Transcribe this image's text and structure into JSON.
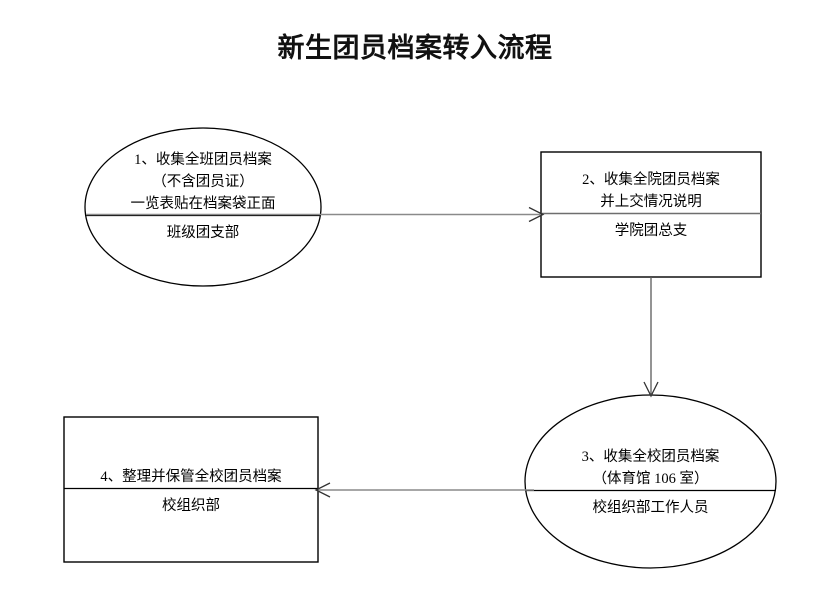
{
  "page": {
    "title": "新生团员档案转入流程",
    "background_color": "#ffffff",
    "stroke_color": "#000000",
    "connector_color": "#808080",
    "text_color": "#000000"
  },
  "chart_data": {
    "type": "diagram",
    "diagram_kind": "flowchart",
    "title": "新生团员档案转入流程",
    "nodes": [
      {
        "id": "node1",
        "order": "1",
        "shape": "ellipse",
        "upper_lines": [
          "1、收集全班团员档案",
          "（不含团员证）",
          "一览表贴在档案袋正面"
        ],
        "lower_lines": [
          "班级团支部"
        ]
      },
      {
        "id": "node2",
        "order": "2",
        "shape": "rectangle",
        "upper_lines": [
          "2、收集全院团员档案",
          "并上交情况说明"
        ],
        "lower_lines": [
          "学院团总支"
        ]
      },
      {
        "id": "node3",
        "order": "3",
        "shape": "ellipse",
        "upper_lines": [
          "3、收集全校团员档案",
          "（体育馆 106 室）"
        ],
        "lower_lines": [
          "校组织部工作人员"
        ]
      },
      {
        "id": "node4",
        "order": "4",
        "shape": "rectangle",
        "upper_lines": [
          "4、整理并保管全校团员档案"
        ],
        "lower_lines": [
          "校组织部"
        ]
      }
    ],
    "edges": [
      {
        "id": "edge-1-2",
        "from": "node1",
        "to": "node2",
        "direction": "right",
        "label": ""
      },
      {
        "id": "edge-2-3",
        "from": "node2",
        "to": "node3",
        "direction": "down",
        "label": ""
      },
      {
        "id": "edge-3-4",
        "from": "node3",
        "to": "node4",
        "direction": "left",
        "label": ""
      }
    ]
  }
}
